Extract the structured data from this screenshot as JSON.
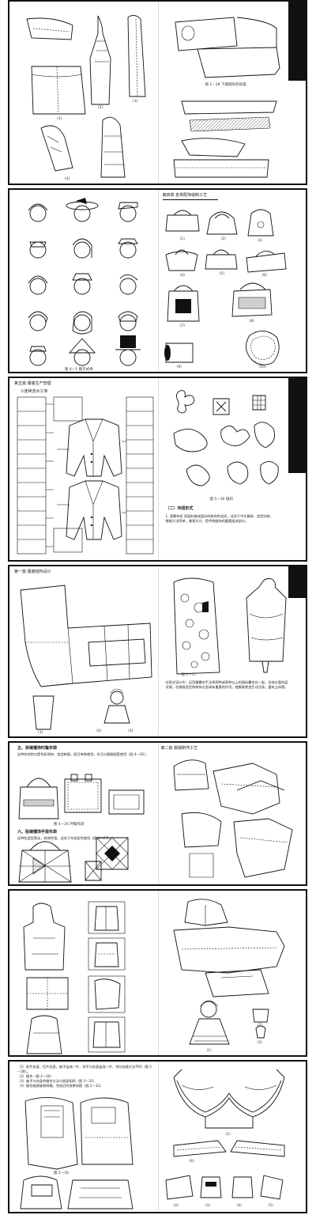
{
  "spreads": [
    {
      "id": 1,
      "left": {
        "header": "",
        "captions": [
          "(1)",
          "(2)",
          "(3)",
          "(4)"
        ]
      },
      "right": {
        "captions": [
          "图 1—18  下摆缝份的处理"
        ],
        "band": ""
      }
    },
    {
      "id": 2,
      "left": {
        "captions": [
          "图 4—1  帽子式样"
        ]
      },
      "right": {
        "header": "第四章  各类配饰缝制工艺",
        "captions": [
          "(1)",
          "(2)",
          "(3)",
          "(4)",
          "(5)",
          "(6)",
          "(7)",
          "(8)",
          "(9)",
          "(10)"
        ]
      }
    },
    {
      "id": 3,
      "left": {
        "header": "第五篇  服装生产管理",
        "subheader": "①连续流水工序"
      },
      "right": {
        "captions": [
          "图 5—36  纽扣"
        ],
        "section": "（二）布纽形式",
        "body": "1. 直脚布纽  用面料做成盘扣的装饰性纽扣，适合于中式服装，造型别致，缝制方法简单，美观大方，是传统服饰的重要组成部分。"
      }
    },
    {
      "id": 4,
      "left": {
        "header": "第一篇  服装结构设计",
        "captions": [
          "(1)",
          "(2)",
          "(3)"
        ]
      },
      "right": {
        "captions": [
          "图 1—17"
        ],
        "body": "在款式设计中，运用重叠的手法将两种或两种以上的面料叠合在一起，形成丰富的层次感，在服装造型和装饰方面具有重要的作用，使服装更加生动活泼，富有立体感。"
      }
    },
    {
      "id": 5,
      "left": {
        "section1": "五、拼缝镶饰时髦布袋",
        "text1": "这种包的特点是色彩明快、造型新颖，既可单独使用，也可与服装配套使用（图 4—26）。",
        "caption1": "图 4—26  时髦布袋",
        "section2": "六、贴缝镶饰手提布袋",
        "text2": "这种包造型简洁，装饰性强，适合于年轻女性使用（图 4—27）。",
        "caption2": "图 4—27"
      },
      "right": {
        "header": "第二篇  服装制作工艺"
      }
    },
    {
      "id": 6,
      "left": {},
      "right": {
        "captions": [
          "(1)",
          "(2)",
          "(3)"
        ]
      }
    },
    {
      "id": 7,
      "left": {
        "lines": [
          "（1）前片衣身，后片衣身，袖子连成一片，领子与衣身连成一片，领口处理方法不同（图 2—28）。",
          "（2）缝合（图 2—30）",
          "（3）袖子与衣身的缝合方法与前面相同（图 2—31）",
          "（4）缝合袖底缝和侧缝，完成后的效果如图（图 2—32）"
        ],
        "captions": [
          "图 2—30"
        ]
      },
      "right": {
        "captions": [
          "(1)",
          "(2)",
          "(3)",
          "(4)",
          "(5)",
          "(6)"
        ]
      }
    }
  ],
  "colors": {
    "ink": "#111111",
    "paper": "#ffffff",
    "band": "#111111"
  }
}
